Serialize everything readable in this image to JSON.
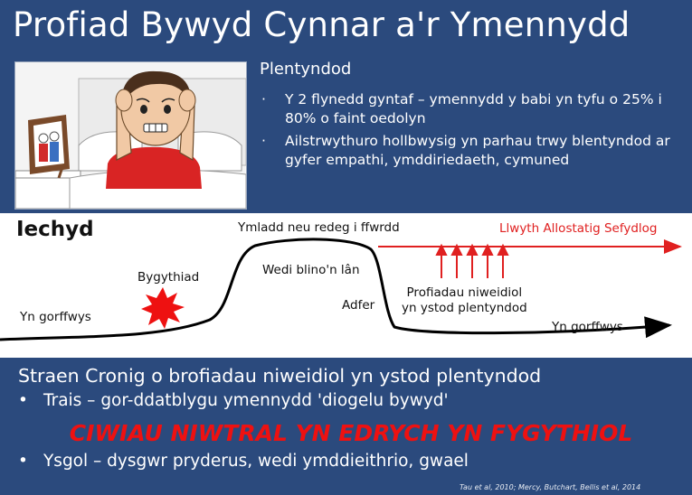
{
  "header": {
    "title": "Profiad Bywyd Cynnar a'r Ymennydd"
  },
  "childhood": {
    "heading": "Plentyndod",
    "bullets": [
      "Y 2 flynedd gyntaf – ymennydd y babi yn tyfu o 25% i 80% o faint oedolyn",
      "Ailstrwythuro hollbwysig yn parhau trwy blentyndod ar gyfer empathi, ymddiriedaeth, cymuned"
    ]
  },
  "diagram": {
    "health_label": "Iechyd",
    "fight_or_flight": "Ymladd neu redeg i ffwrdd",
    "allostatic_load": "Llwyth Allostatig Sefydlog",
    "threat": "Bygythiad",
    "exhausted": "Wedi blino'n lân",
    "recovery": "Adfer",
    "rest_left": "Yn gorffwys",
    "adverse_line1": "Profiadau niweidiol",
    "adverse_line2": "yn ystod plentyndod",
    "rest_right": "Yn gorffwys",
    "arrow_count": 5,
    "curve_color": "#000000",
    "load_color": "#e02020",
    "burst_color": "#ee1111"
  },
  "stress": {
    "heading": "Straen Cronig o brofiadau niweidiol yn ystod plentyndod",
    "bullet_symbol": "•",
    "violence": "Trais – gor-ddatblygu ymennydd 'diogelu bywyd'",
    "alert": "CIWIAU NIWTRAL YN EDRYCH YN FYGYTHIOL",
    "school": "Ysgol – dysgwr pryderus, wedi ymddieithrio, gwael"
  },
  "citation": "Tau et al, 2010; Mercy, Butchart, Bellis et al, 2014",
  "colors": {
    "panel": "#2b4a7d",
    "alert": "#ee1111"
  }
}
